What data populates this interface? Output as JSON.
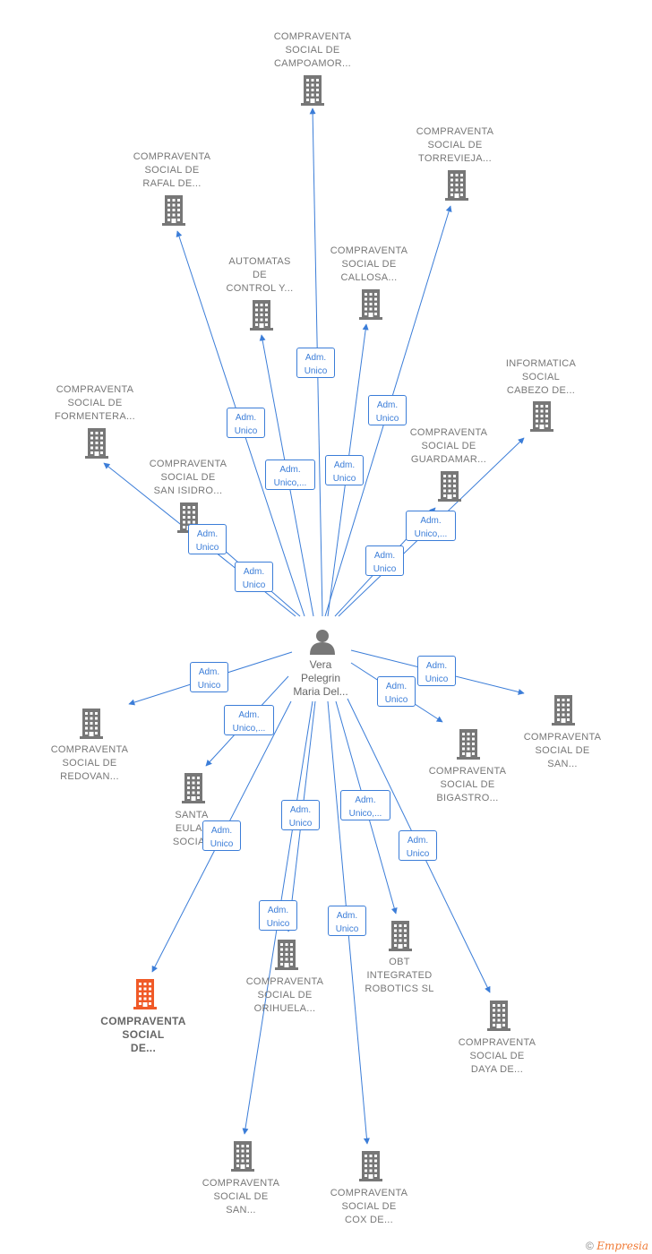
{
  "center": {
    "label": "Vera\nPelegrin\nMaria Del..."
  },
  "colors": {
    "edge": "#3b7dd8",
    "building": "#777777",
    "highlight": "#f05a28"
  },
  "nodes": [
    {
      "id": "campoamor",
      "label": "COMPRAVENTA\nSOCIAL DE\nCAMPOAMOR..."
    },
    {
      "id": "torrevieja",
      "label": "COMPRAVENTA\nSOCIAL DE\nTORREVIEJA..."
    },
    {
      "id": "rafal",
      "label": "COMPRAVENTA\nSOCIAL DE\nRAFAL DE..."
    },
    {
      "id": "automatas",
      "label": "AUTOMATAS\nDE\nCONTROL Y..."
    },
    {
      "id": "callosa",
      "label": "COMPRAVENTA\nSOCIAL DE\nCALLOSA..."
    },
    {
      "id": "informatica",
      "label": "INFORMATICA\nSOCIAL\nCABEZO DE..."
    },
    {
      "id": "formentera",
      "label": "COMPRAVENTA\nSOCIAL DE\nFORMENTERA..."
    },
    {
      "id": "guardamar",
      "label": "COMPRAVENTA\nSOCIAL DE\nGUARDAMAR..."
    },
    {
      "id": "sanisidro",
      "label": "COMPRAVENTA\nSOCIAL DE\nSAN ISIDRO..."
    },
    {
      "id": "redovan",
      "label": "COMPRAVENTA\nSOCIAL DE\nREDOVAN..."
    },
    {
      "id": "san_right",
      "label": "COMPRAVENTA\nSOCIAL DE\nSAN..."
    },
    {
      "id": "bigastro",
      "label": "COMPRAVENTA\nSOCIAL DE\nBIGASTRO..."
    },
    {
      "id": "santaeulalia",
      "label": "SANTA\nEULAL\nSOCIAL"
    },
    {
      "id": "highlighted",
      "label": "COMPRAVENTA\nSOCIAL\nDE...",
      "highlight": true
    },
    {
      "id": "orihuela",
      "label": "COMPRAVENTA\nSOCIAL DE\nORIHUELA..."
    },
    {
      "id": "obt",
      "label": "OBT\nINTEGRATED\nROBOTICS  SL"
    },
    {
      "id": "daya",
      "label": "COMPRAVENTA\nSOCIAL DE\nDAYA DE..."
    },
    {
      "id": "san_bottom",
      "label": "COMPRAVENTA\nSOCIAL DE\nSAN..."
    },
    {
      "id": "cox",
      "label": "COMPRAVENTA\nSOCIAL DE\nCOX DE..."
    }
  ],
  "edges": [
    {
      "target": "campoamor",
      "label": "Adm.\nUnico"
    },
    {
      "target": "torrevieja",
      "label": "Adm.\nUnico"
    },
    {
      "target": "rafal",
      "label": "Adm.\nUnico"
    },
    {
      "target": "automatas",
      "label": "Adm.\nUnico,..."
    },
    {
      "target": "callosa",
      "label": "Adm.\nUnico"
    },
    {
      "target": "informatica",
      "label": "Adm.\nUnico,..."
    },
    {
      "target": "formentera",
      "label": "Adm.\nUnico"
    },
    {
      "target": "guardamar",
      "label": "Adm.\nUnico"
    },
    {
      "target": "sanisidro",
      "label": "Adm.\nUnico"
    },
    {
      "target": "redovan",
      "label": "Adm.\nUnico"
    },
    {
      "target": "san_right",
      "label": "Adm.\nUnico"
    },
    {
      "target": "bigastro",
      "label": "Adm.\nUnico"
    },
    {
      "target": "santaeulalia",
      "label": "Adm.\nUnico,..."
    },
    {
      "target": "highlighted",
      "label": "Adm.\nUnico"
    },
    {
      "target": "orihuela",
      "label": "Adm.\nUnico"
    },
    {
      "target": "obt",
      "label": "Adm.\nUnico,..."
    },
    {
      "target": "daya",
      "label": "Adm.\nUnico"
    },
    {
      "target": "san_bottom",
      "label": "Adm.\nUnico"
    },
    {
      "target": "cox",
      "label": "Adm.\nUnico"
    }
  ],
  "watermark": {
    "copyright": "©",
    "brand": "Empresia"
  }
}
